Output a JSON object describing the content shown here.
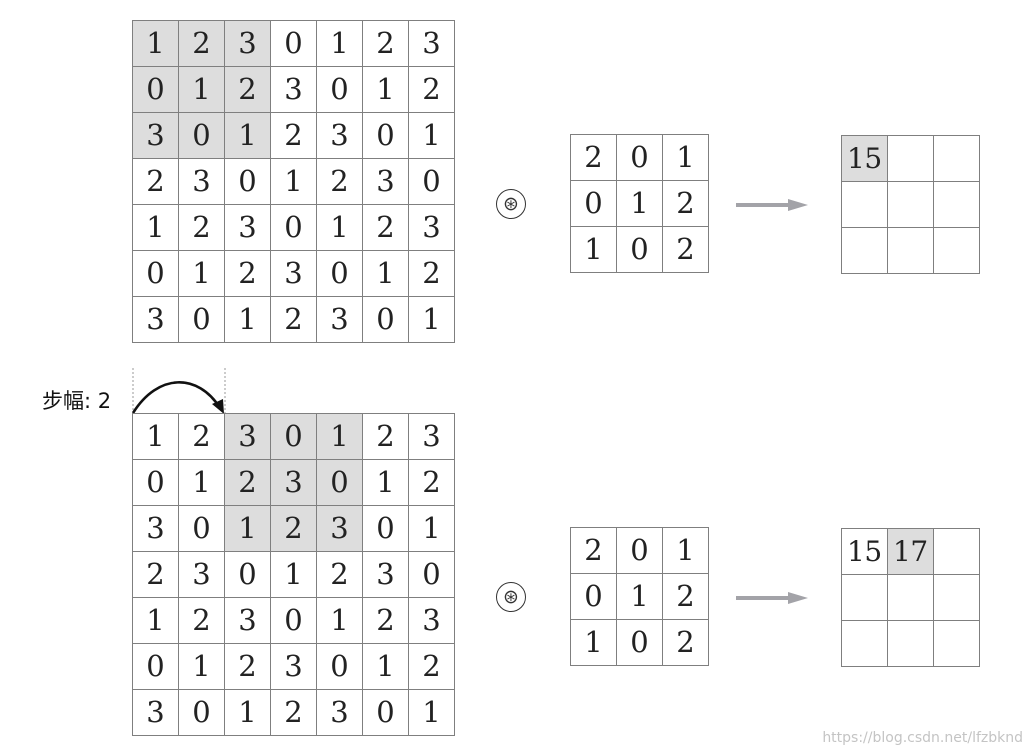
{
  "top": {
    "input": [
      [
        "1",
        "2",
        "3",
        "0",
        "1",
        "2",
        "3"
      ],
      [
        "0",
        "1",
        "2",
        "3",
        "0",
        "1",
        "2"
      ],
      [
        "3",
        "0",
        "1",
        "2",
        "3",
        "0",
        "1"
      ],
      [
        "2",
        "3",
        "0",
        "1",
        "2",
        "3",
        "0"
      ],
      [
        "1",
        "2",
        "3",
        "0",
        "1",
        "2",
        "3"
      ],
      [
        "0",
        "1",
        "2",
        "3",
        "0",
        "1",
        "2"
      ],
      [
        "3",
        "0",
        "1",
        "2",
        "3",
        "0",
        "1"
      ]
    ],
    "window_col": 0,
    "operator": "⊛",
    "filter": [
      [
        "2",
        "0",
        "1"
      ],
      [
        "0",
        "1",
        "2"
      ],
      [
        "1",
        "0",
        "2"
      ]
    ],
    "output": [
      [
        "15",
        "",
        ""
      ],
      [
        "",
        "",
        ""
      ],
      [
        "",
        "",
        ""
      ]
    ],
    "output_highlight": [
      0,
      0
    ]
  },
  "bottom": {
    "stride_label": "步幅: 2",
    "input": [
      [
        "1",
        "2",
        "3",
        "0",
        "1",
        "2",
        "3"
      ],
      [
        "0",
        "1",
        "2",
        "3",
        "0",
        "1",
        "2"
      ],
      [
        "3",
        "0",
        "1",
        "2",
        "3",
        "0",
        "1"
      ],
      [
        "2",
        "3",
        "0",
        "1",
        "2",
        "3",
        "0"
      ],
      [
        "1",
        "2",
        "3",
        "0",
        "1",
        "2",
        "3"
      ],
      [
        "0",
        "1",
        "2",
        "3",
        "0",
        "1",
        "2"
      ],
      [
        "3",
        "0",
        "1",
        "2",
        "3",
        "0",
        "1"
      ]
    ],
    "window_col": 2,
    "operator": "⊛",
    "filter": [
      [
        "2",
        "0",
        "1"
      ],
      [
        "0",
        "1",
        "2"
      ],
      [
        "1",
        "0",
        "2"
      ]
    ],
    "output": [
      [
        "15",
        "17",
        ""
      ],
      [
        "",
        "",
        ""
      ],
      [
        "",
        "",
        ""
      ]
    ],
    "output_highlight": [
      0,
      1
    ]
  },
  "colors": {
    "shade": "#dddddd",
    "grid_line": "#7f7f7f",
    "arrow": "#a3a3a8"
  },
  "watermark": "https://blog.csdn.net/lfzbknd"
}
